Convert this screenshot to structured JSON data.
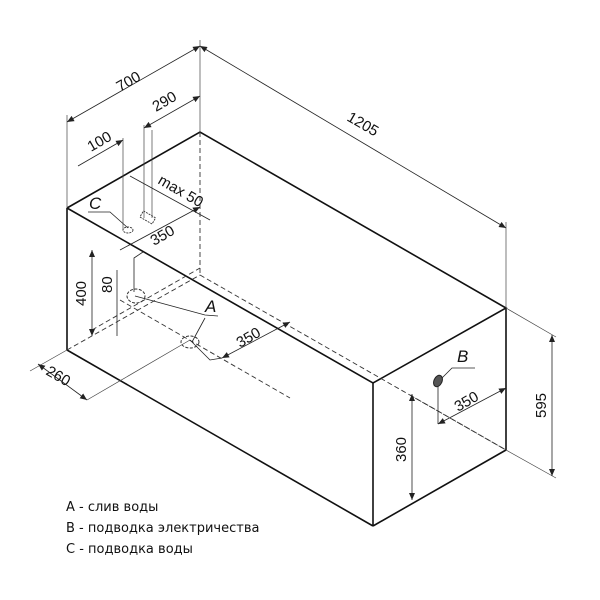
{
  "diagram": {
    "type": "isometric dimensional drawing of bathtub",
    "dimensions": {
      "overall_width": "700",
      "overall_length": "1205",
      "overall_height": "595",
      "water_inlet_offset_1": "100",
      "water_inlet_offset_2": "290",
      "max_offset": "max 50",
      "inlet_depth": "350",
      "drain_height": "400",
      "drain_offset_vertical": "80",
      "drain_distance": "350",
      "drain_side_offset": "260",
      "electric_height": "360",
      "electric_offset": "350"
    },
    "markers": {
      "a": "A",
      "b": "B",
      "c": "C"
    }
  },
  "legend": {
    "items": [
      {
        "key": "A",
        "text": "A - слив воды"
      },
      {
        "key": "B",
        "text": "B - подводка электричества"
      },
      {
        "key": "C",
        "text": "C - подводка воды"
      }
    ]
  }
}
